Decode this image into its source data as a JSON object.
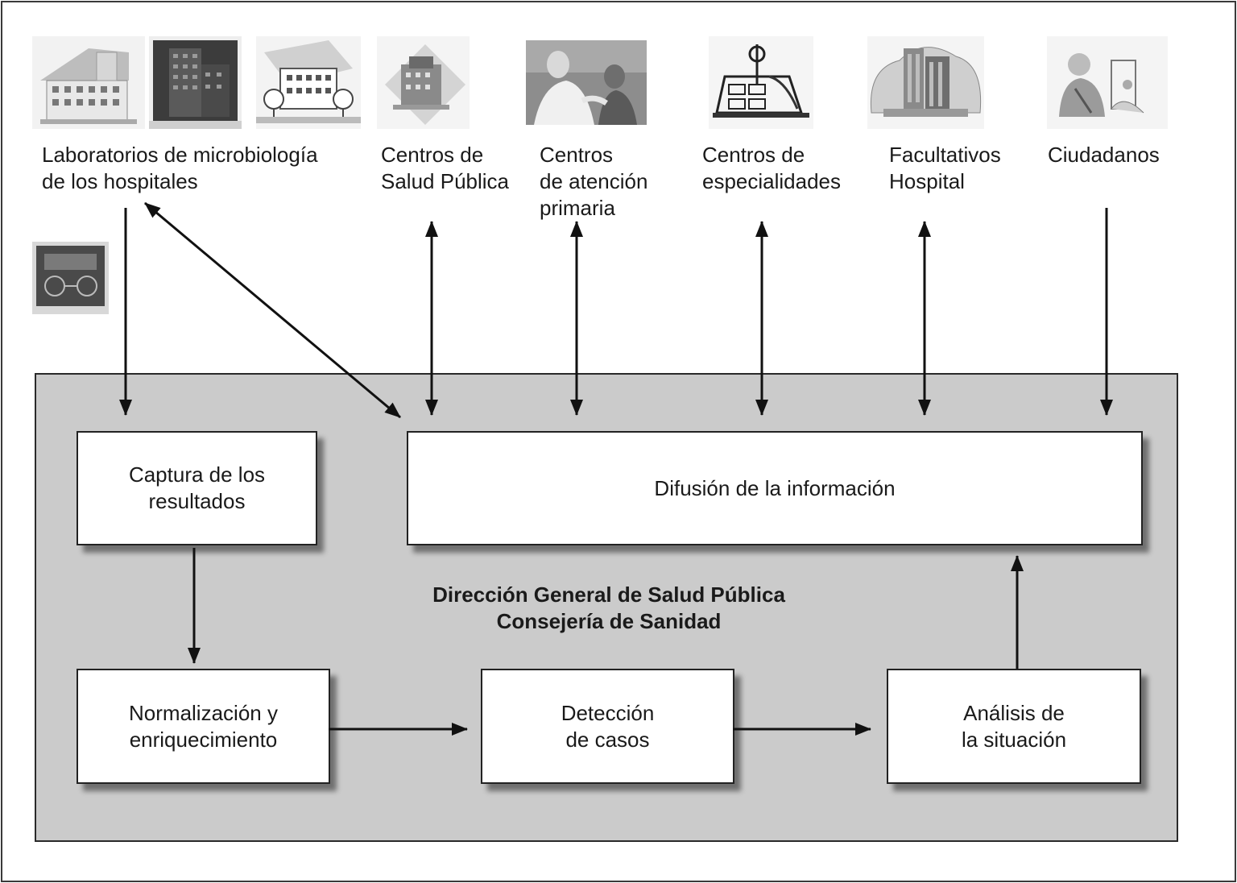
{
  "sources": [
    {
      "id": "laboratorios",
      "label": "Laboratorios de microbiología\nde los hospitales"
    },
    {
      "id": "centros-salud-publica",
      "label": "Centros de\nSalud Pública"
    },
    {
      "id": "centros-atencion-primaria",
      "label": "Centros\nde atención\nprimaria"
    },
    {
      "id": "centros-especialidades",
      "label": "Centros de\nespecialidades"
    },
    {
      "id": "facultativos-hospital",
      "label": "Facultativos\nHospital"
    },
    {
      "id": "ciudadanos",
      "label": "Ciudadanos"
    }
  ],
  "panel": {
    "title": "Dirección General de Salud Pública\nConsejería de Sanidad"
  },
  "boxes": {
    "captura": "Captura de los\nresultados",
    "difusion": "Difusión de la información",
    "normalizacion": "Normalización y\nenriquecimiento",
    "deteccion": "Detección\nde casos",
    "analisis": "Análisis de\nla situación"
  },
  "icons": [
    "hospital-building-icon",
    "hospital-tower-icon",
    "hospital-trees-icon",
    "health-center-icon",
    "doctor-patient-photo",
    "specialty-center-icon",
    "hospital-skyline-icon",
    "citizen-icon",
    "lab-equipment-icon"
  ]
}
